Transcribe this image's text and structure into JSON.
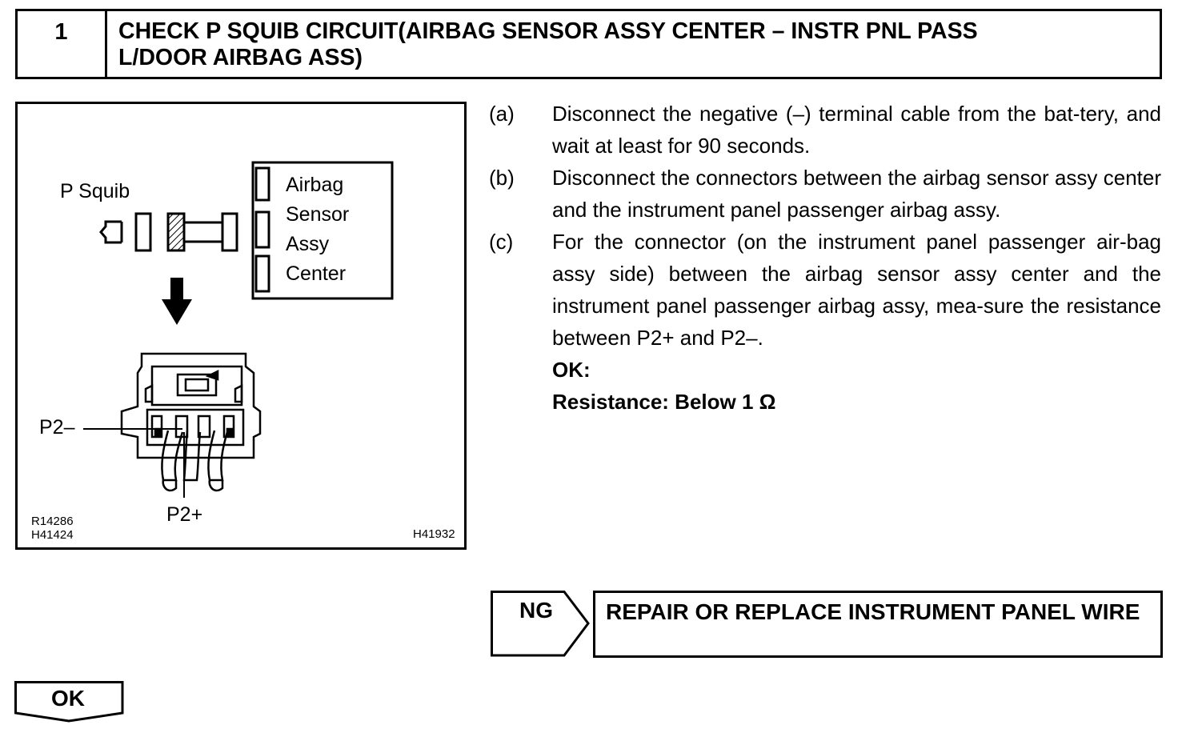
{
  "header": {
    "step_number": "1",
    "title_line1": "CHECK P SQUIB CIRCUIT(AIRBAG SENSOR ASSY CENTER – INSTR PNL PASS",
    "title_line2": "L/DOOR AIRBAG ASS)"
  },
  "figure": {
    "p_squib_label": "P Squib",
    "sensor_label_lines": [
      "Airbag",
      "Sensor",
      "Assy",
      "Center"
    ],
    "p2_minus_label": "P2–",
    "p2_plus_label": "P2+",
    "code_left_1": "R14286",
    "code_left_2": "H41424",
    "code_right": "H41932"
  },
  "steps": [
    {
      "letter": "(a)",
      "text": "Disconnect the negative (–) terminal cable from the bat-tery, and wait at least for 90 seconds."
    },
    {
      "letter": "(b)",
      "text": "Disconnect the connectors between the airbag sensor assy center and the instrument panel passenger airbag assy."
    },
    {
      "letter": "(c)",
      "text": "For the connector (on the instrument panel passenger air-bag assy side) between the airbag sensor assy center and the instrument panel passenger airbag assy, mea-sure the resistance between P2+ and P2–."
    }
  ],
  "spec": {
    "ok_label": "OK:",
    "resistance": "Resistance: Below 1 Ω"
  },
  "ng": {
    "label": "NG",
    "action": "REPAIR OR REPLACE INSTRUMENT PANEL WIRE"
  },
  "ok": {
    "label": "OK"
  }
}
